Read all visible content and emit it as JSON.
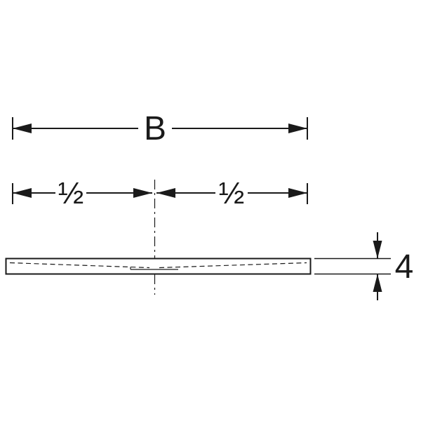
{
  "diagram": {
    "kind": "technical-dimension-drawing",
    "subject": "shower-tray-cross-section",
    "labels": {
      "total_width": "B",
      "left_half": "½",
      "right_half": "½",
      "thickness": "4"
    },
    "colors": {
      "line": "#1a1a1a",
      "background": "#ffffff"
    }
  }
}
